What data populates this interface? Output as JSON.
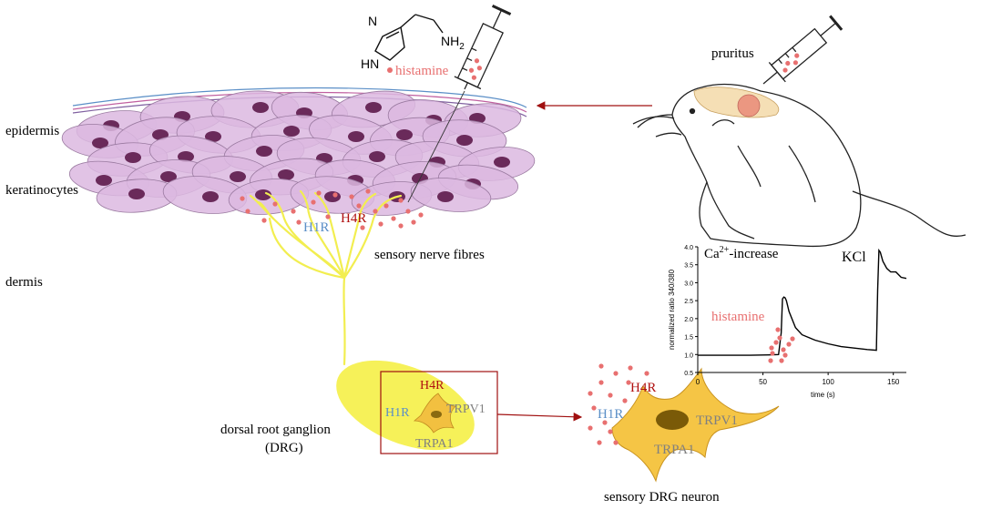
{
  "labels": {
    "epidermis": "epidermis",
    "keratinocytes": "keratinocytes",
    "dermis": "dermis",
    "drg_line1": "dorsal root ganglion",
    "drg_line2": "(DRG)",
    "nerve_fibres": "sensory nerve  fibres",
    "pruritus": "pruritus",
    "histamine_top": "histamine",
    "nh2": "NH",
    "nh2_sub": "2",
    "hn": "HN",
    "n": "N",
    "sensory_neuron": "sensory DRG neuron"
  },
  "receptors": {
    "h1r": "H1R",
    "h4r": "H4R",
    "trpv1": "TRPV1",
    "trpa1": "TRPA1"
  },
  "inset_chart": {
    "title_prefix": "Ca",
    "title_sup": "2+",
    "title_suffix": "-increase",
    "kcl": "KCl",
    "histamine": "histamine"
  },
  "colors": {
    "h1r": "#5b8fc7",
    "h4r": "#b01010",
    "trp": "#808080",
    "histamine": "#e87070",
    "arrow": "#a01010",
    "cell_fill": "#dcb8e0",
    "nucleus": "#6a2a5a",
    "nerve": "#f5f060",
    "neuron": "#f7c64a"
  },
  "chart_data": {
    "type": "line",
    "title": "Ca2+-increase",
    "xlabel": "time  (s)",
    "ylabel": "normalized ratio 340/380",
    "xlim": [
      0,
      160
    ],
    "ylim": [
      0.5,
      4.0
    ],
    "xticks": [
      0,
      50,
      100,
      150
    ],
    "yticks": [
      0.5,
      1.0,
      1.5,
      2.0,
      2.5,
      3.0,
      3.5,
      4.0
    ],
    "series": [
      {
        "x": [
          0,
          20,
          40,
          55,
          62,
          64,
          65,
          66,
          67,
          68,
          70,
          75,
          80,
          90,
          100,
          110,
          120,
          130,
          137,
          138,
          139,
          140,
          142,
          145,
          148,
          152,
          156,
          160
        ],
        "y": [
          0.98,
          0.98,
          0.98,
          0.99,
          1.0,
          1.6,
          2.55,
          2.6,
          2.58,
          2.5,
          2.2,
          1.75,
          1.55,
          1.4,
          1.3,
          1.22,
          1.18,
          1.14,
          1.12,
          2.8,
          3.9,
          3.85,
          3.6,
          3.4,
          3.3,
          3.3,
          3.15,
          3.12
        ]
      }
    ],
    "annotations": [
      "KCl",
      "histamine"
    ],
    "grid": false
  }
}
